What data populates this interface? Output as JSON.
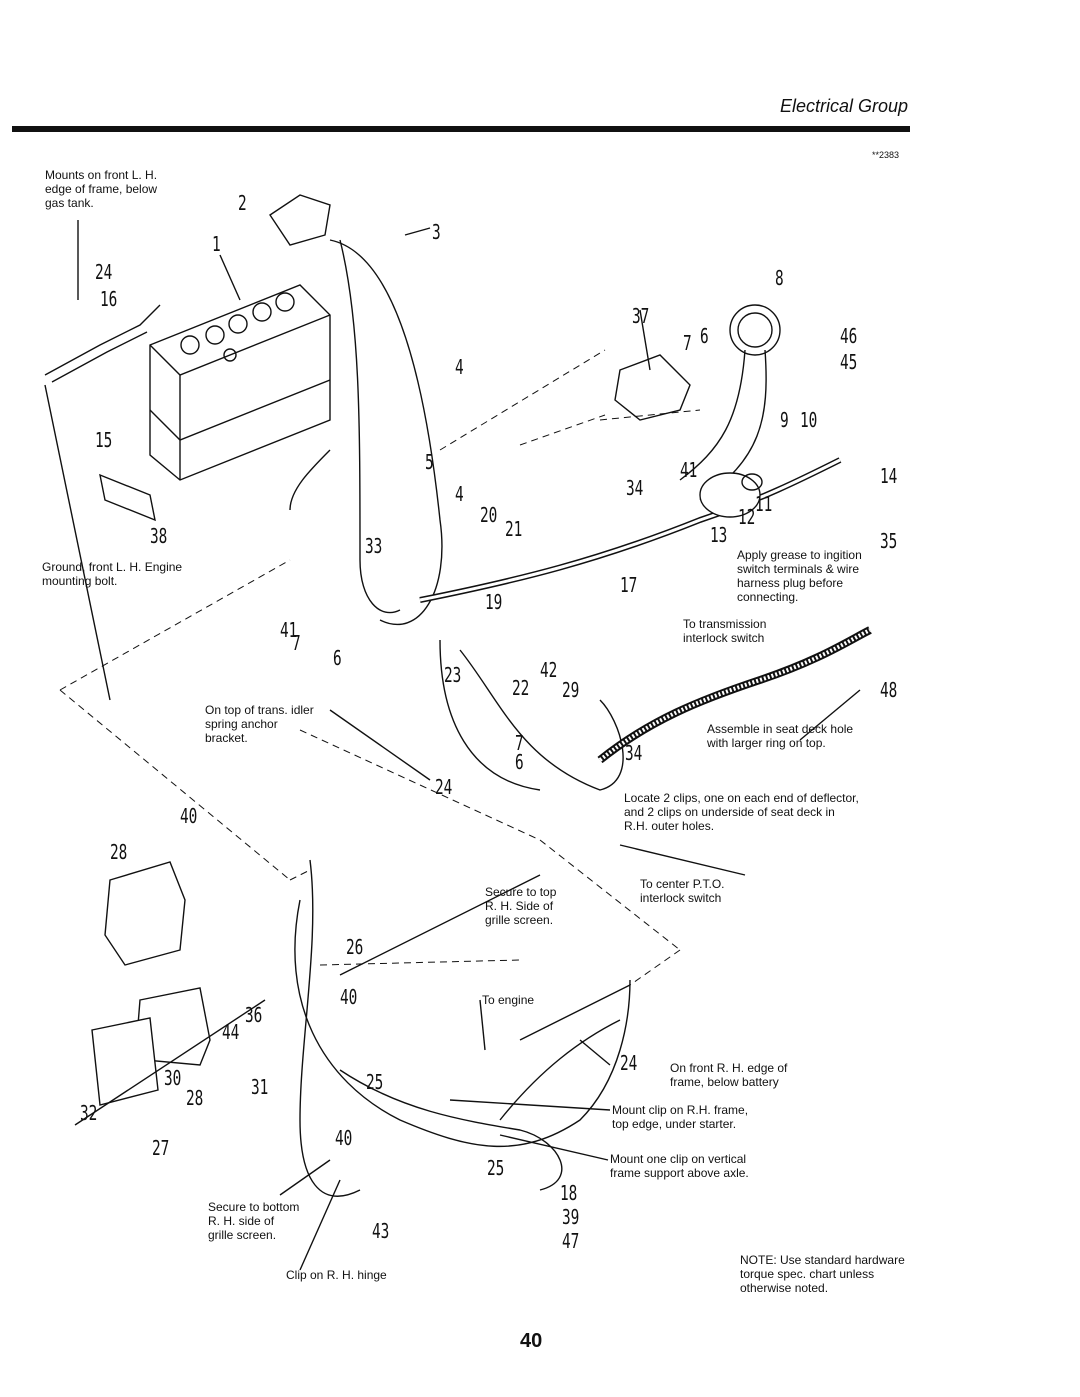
{
  "header": {
    "title": "Electrical Group",
    "code": "**2383"
  },
  "page_number": "40",
  "notes": {
    "mounts": "Mounts on front L. H.\nedge of frame, below\ngas tank.",
    "ground": "Ground, front L. H. Engine\nmounting bolt.",
    "idler": "On top of trans. idler\nspring anchor\nbracket.",
    "grease": "Apply grease to ingition\nswitch terminals & wire\nharness plug before\nconnecting.",
    "transmission": "To transmission\ninterlock switch",
    "seat_hole": "Assemble in seat deck hole\nwith larger ring on top.",
    "clips": "Locate 2 clips, one on each end of deflector,\nand 2 clips on underside of seat deck in\nR.H. outer holes.",
    "pto": "To center P.T.O.\ninterlock switch",
    "secure_top": "Secure to top\nR. H. Side of\ngrille screen.",
    "engine": "To engine",
    "front_rh": "On front R. H. edge of\nframe, below battery",
    "mount_clip": "Mount clip on R.H. frame,\ntop edge, under starter.",
    "mount_one": "Mount one clip on vertical\nframe support above axle.",
    "secure_bottom": "Secure to bottom\nR. H. side of\ngrille screen.",
    "hinge": "Clip on R. H. hinge",
    "hardware": "NOTE: Use standard hardware\ntorque spec. chart unless\notherwise noted."
  },
  "callouts": {
    "c1": "1",
    "c2": "2",
    "c3": "3",
    "c4a": "4",
    "c4b": "4",
    "c5": "5",
    "c6a": "6",
    "c6b": "6",
    "c6c": "6",
    "c7a": "7",
    "c7b": "7",
    "c7c": "7",
    "c8": "8",
    "c9": "9",
    "c10": "10",
    "c11": "11",
    "c12": "12",
    "c13": "13",
    "c14": "14",
    "c15": "15",
    "c16": "16",
    "c17": "17",
    "c18": "18",
    "c19": "19",
    "c20": "20",
    "c21": "21",
    "c22": "22",
    "c23": "23",
    "c24a": "24",
    "c24b": "24",
    "c24c": "24",
    "c25a": "25",
    "c25b": "25",
    "c26": "26",
    "c27": "27",
    "c28a": "28",
    "c28b": "28",
    "c29": "29",
    "c30": "30",
    "c31": "31",
    "c32": "32",
    "c33": "33",
    "c34a": "34",
    "c34b": "34",
    "c35": "35",
    "c36": "36",
    "c37": "37",
    "c38": "38",
    "c39": "39",
    "c40a": "40",
    "c40b": "40",
    "c40c": "40",
    "c41a": "41",
    "c41b": "41",
    "c42": "42",
    "c43": "43",
    "c44": "44",
    "c45": "45",
    "c46": "46",
    "c47": "47",
    "c48": "48"
  }
}
